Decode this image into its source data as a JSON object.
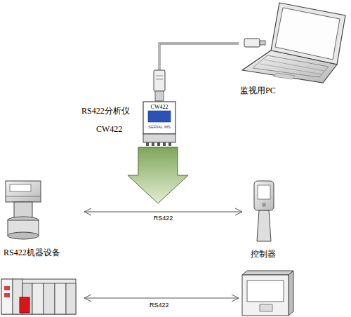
{
  "diagram": {
    "nodes": [
      {
        "text": [
          "监视用PC"
        ]
      },
      {
        "text": [
          "CW422",
          "SERIAL MS"
        ]
      },
      {
        "text": [
          "RS422机器设备"
        ]
      },
      {
        "text": [
          "控制器"
        ]
      }
    ],
    "edges": [
      {
        "from": 0,
        "to": 1,
        "arrow": "none"
      },
      {
        "from": 2,
        "to": 3,
        "label": "RS422",
        "arrow": "both"
      }
    ],
    "labels": [
      "RS422分析仪",
      "CW422",
      "RS422"
    ]
  }
}
